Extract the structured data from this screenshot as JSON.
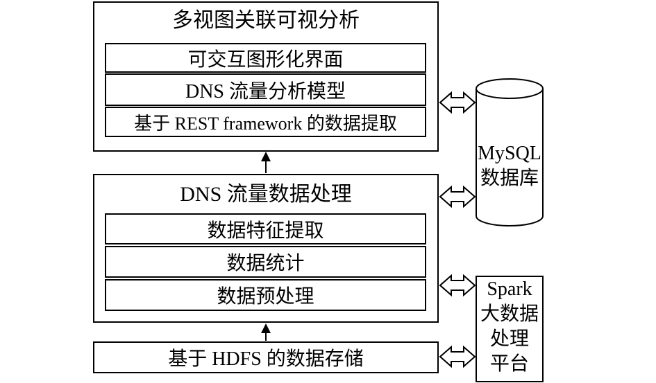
{
  "top_layer": {
    "title": "多视图关联可视分析",
    "items": [
      "可交互图形化界面",
      "DNS 流量分析模型",
      "基于 REST framework 的数据提取"
    ]
  },
  "middle_layer": {
    "title": "DNS 流量数据处理",
    "items": [
      "数据特征提取",
      "数据统计",
      "数据预处理"
    ]
  },
  "bottom_layer": {
    "title": "基于 HDFS 的数据存储"
  },
  "database": {
    "line1": "MySQL",
    "line2": "数据库"
  },
  "spark": {
    "lines": [
      "Spark",
      "大数据",
      "处理",
      "平台"
    ]
  }
}
